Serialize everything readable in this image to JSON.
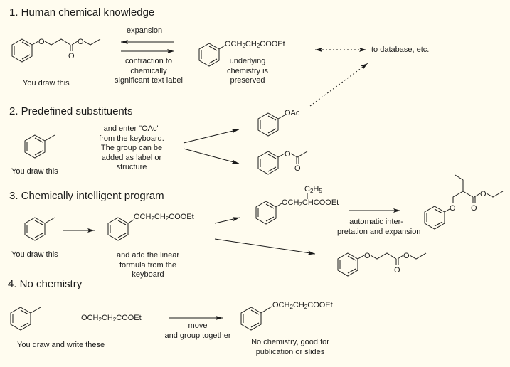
{
  "background_color": "#fffcef",
  "sections": [
    {
      "heading": "1. Human chemical knowledge",
      "drawn_caption": "You draw this",
      "arrow_top_label": "expansion",
      "arrow_bottom_label": [
        "contraction to",
        "chemically",
        "significant text label"
      ],
      "formula": {
        "prefix": "OCH",
        "sub1": "2",
        "mid": "CH",
        "sub2": "2",
        "suffix": "COOEt"
      },
      "formula_caption": [
        "underlying",
        "chemistry is",
        "preserved"
      ],
      "database_label": "to database, etc."
    },
    {
      "heading": "2. Predefined substituents",
      "drawn_caption": "You draw this",
      "instruction": [
        "and enter \"OAc\"",
        "from the keyboard.",
        "The group can be",
        "added as label or",
        "structure"
      ],
      "label_result": "OAc",
      "structure_atoms": [
        "O",
        "O"
      ]
    },
    {
      "heading": "3. Chemically intelligent program",
      "drawn_caption": "You draw this",
      "formula": {
        "prefix": "OCH",
        "sub1": "2",
        "mid": "CH",
        "sub2": "2",
        "suffix": "COOEt"
      },
      "formula_caption": [
        "and add the linear",
        "formula from the",
        "keyboard"
      ],
      "branched_formula": {
        "top": "C",
        "top_sub": "2",
        "top_h": "H",
        "top_h_sub": "5",
        "prefix": "OCH",
        "sub1": "2",
        "suffix": "CHCOOEt"
      },
      "expansion_caption": [
        "automatic inter-",
        "pretation and expansion"
      ]
    },
    {
      "heading": "4. No chemistry",
      "drawn_caption": "You draw and write these",
      "formula": {
        "prefix": "OCH",
        "sub1": "2",
        "mid": "CH",
        "sub2": "2",
        "suffix": "COOEt"
      },
      "arrow_label": [
        "move",
        "and group together"
      ],
      "result_caption": [
        "No chemistry, good for",
        "publication or slides"
      ]
    }
  ],
  "atom_labels": {
    "oxygen": "O"
  }
}
